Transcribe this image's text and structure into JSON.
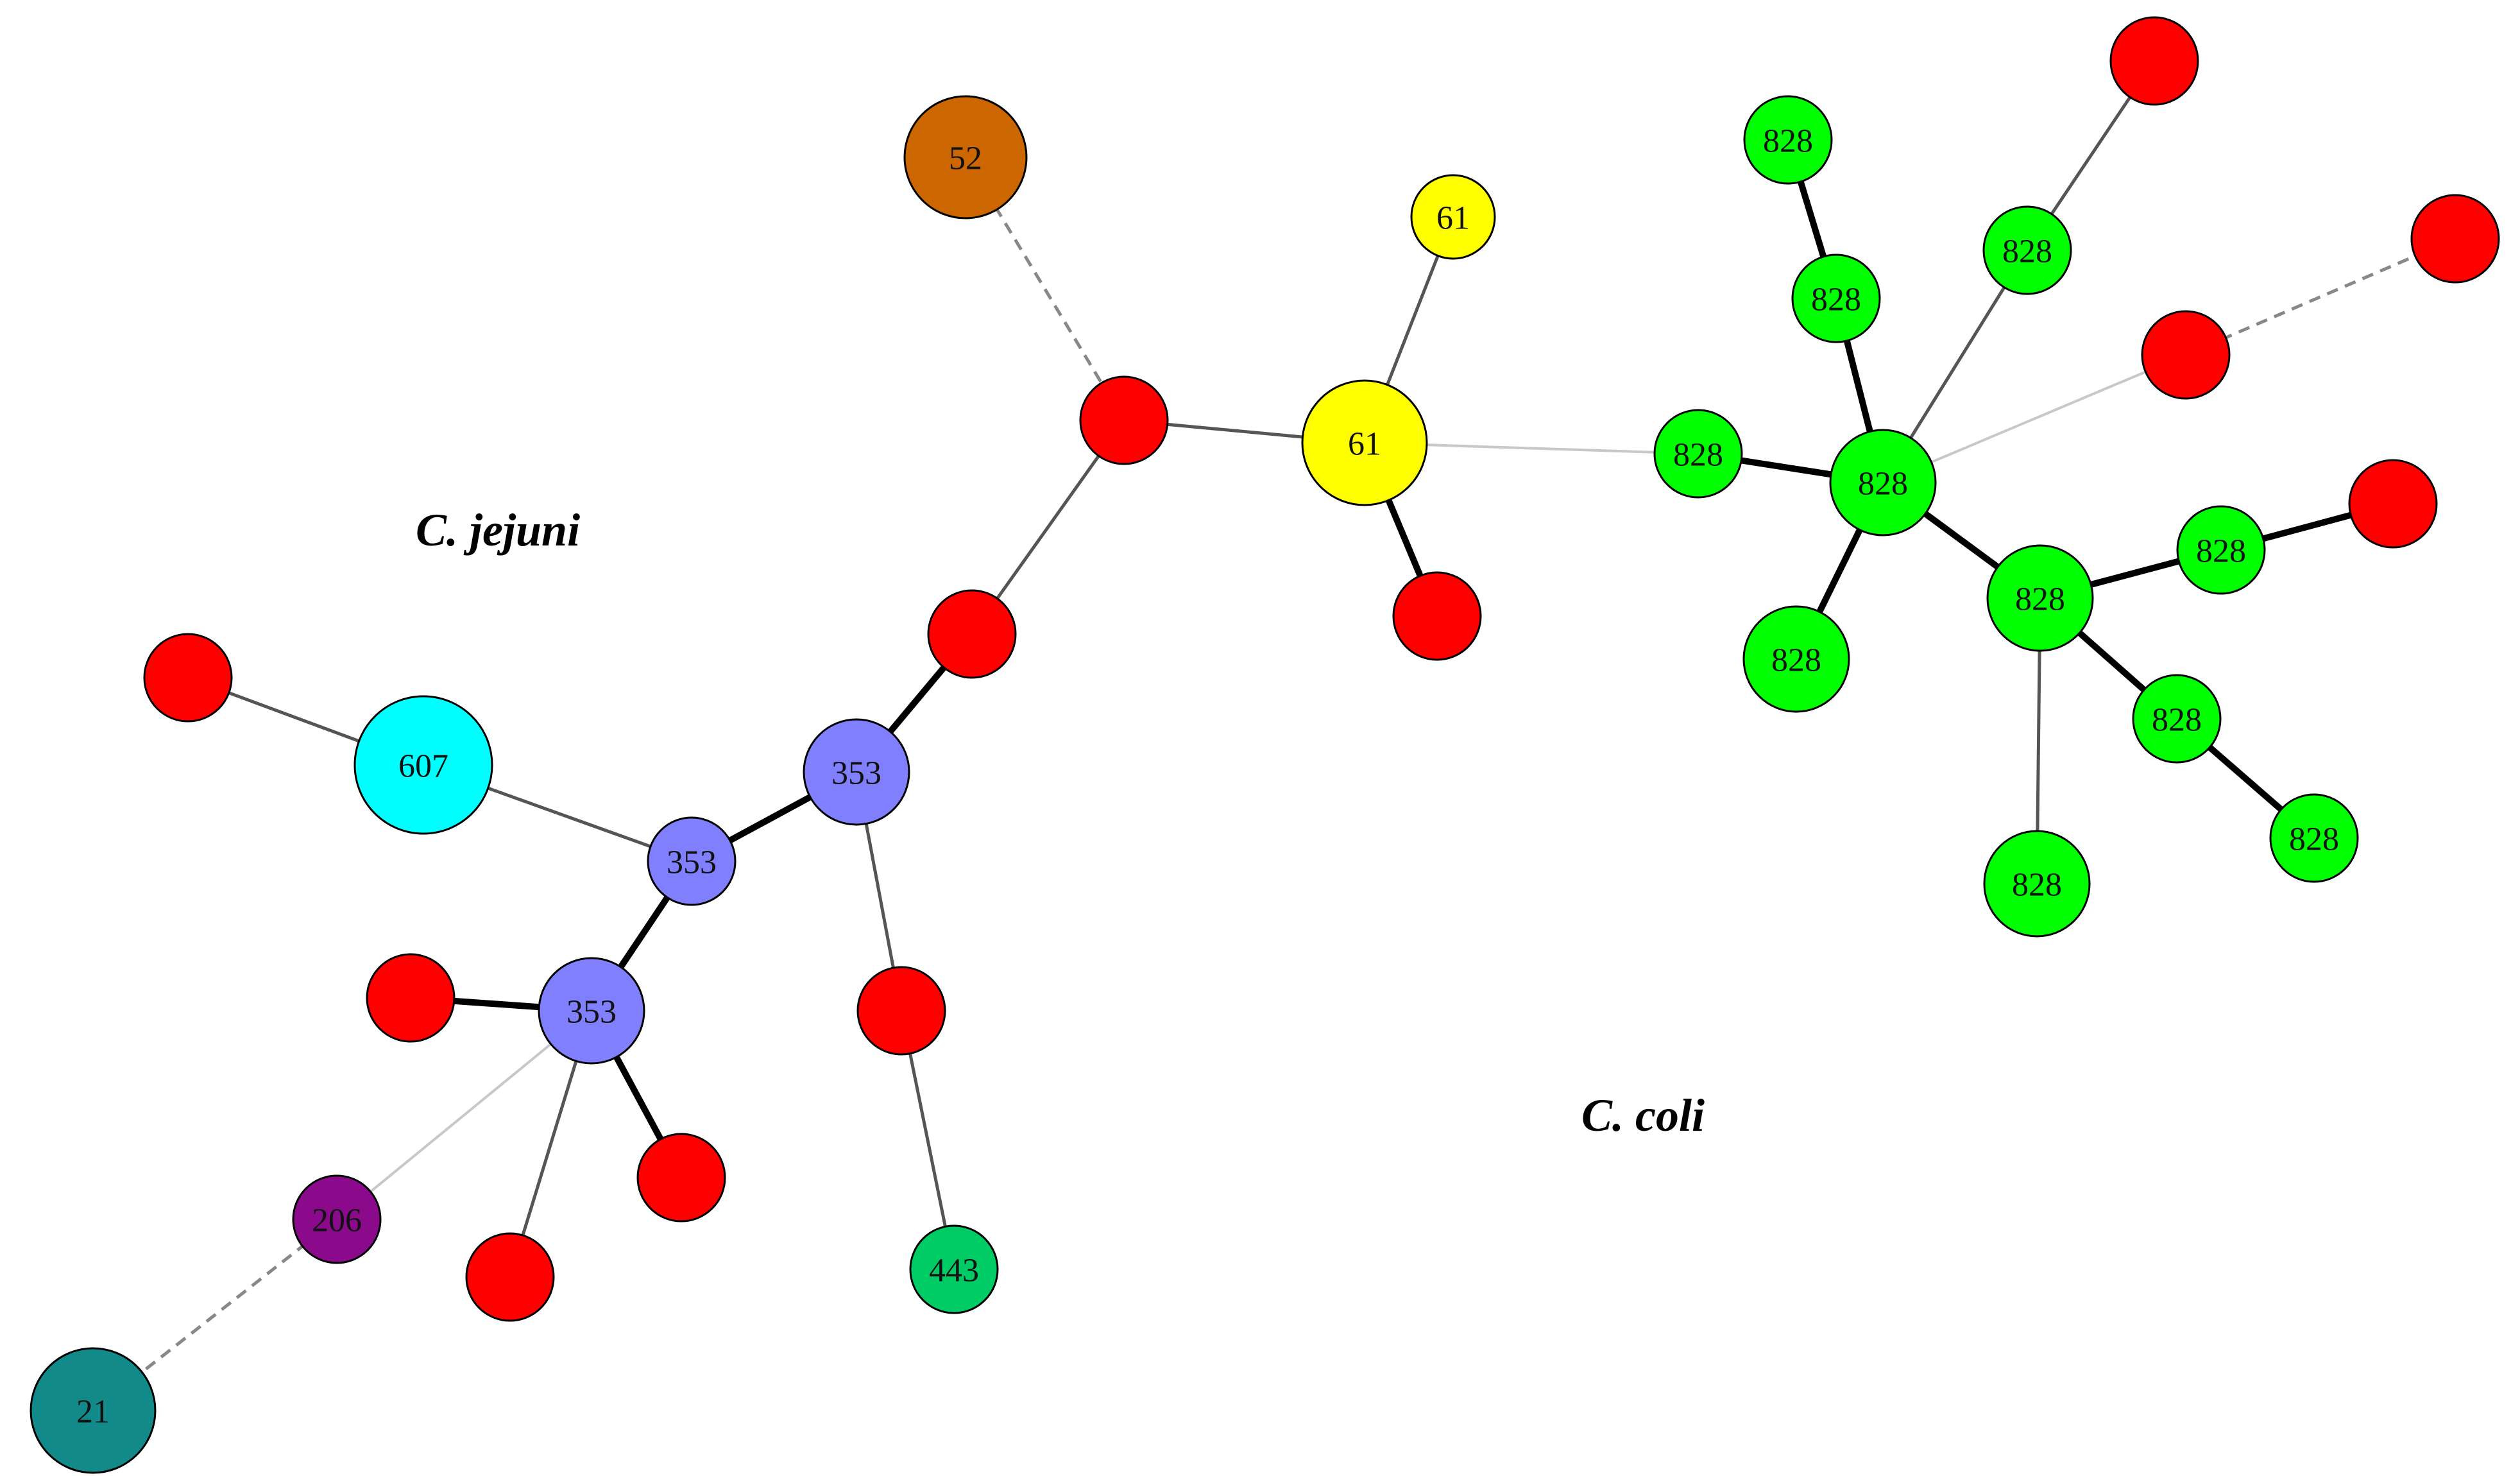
{
  "labels": {
    "jejuni": "C. jejuni",
    "coli": "C. coli"
  },
  "colors": {
    "unassigned": "#ff0000",
    "cc353": "#8080ff",
    "cc607": "#00ffff",
    "cc206": "#8b0a8b",
    "cc21": "#128a8a",
    "cc443": "#00cc66",
    "cc52": "#cc6600",
    "cc61": "#ffff00",
    "cc828": "#00ff00"
  },
  "edge_styles": {
    "strong": {
      "stroke": "#000000",
      "dash": ""
    },
    "medium": {
      "stroke": "#555555",
      "dash": ""
    },
    "weak": {
      "stroke": "#c8c8c8",
      "dash": ""
    },
    "dashed": {
      "stroke": "#888888",
      "dash": "18 12"
    }
  },
  "nodes": [
    {
      "id": "n52",
      "label": "52",
      "color": "#cc6600"
    },
    {
      "id": "rHub",
      "label": "",
      "color": "#ff0000"
    },
    {
      "id": "y61s",
      "label": "61",
      "color": "#ffff00"
    },
    {
      "id": "y61",
      "label": "61",
      "color": "#ffff00"
    },
    {
      "id": "rY",
      "label": "",
      "color": "#ff0000"
    },
    {
      "id": "rMid",
      "label": "",
      "color": "#ff0000"
    },
    {
      "id": "b353a",
      "label": "353",
      "color": "#8080ff"
    },
    {
      "id": "b353b",
      "label": "353",
      "color": "#8080ff"
    },
    {
      "id": "b353c",
      "label": "353",
      "color": "#8080ff"
    },
    {
      "id": "rFL",
      "label": "",
      "color": "#ff0000"
    },
    {
      "id": "c607",
      "label": "607",
      "color": "#00ffff"
    },
    {
      "id": "rL",
      "label": "",
      "color": "#ff0000"
    },
    {
      "id": "rB1",
      "label": "",
      "color": "#ff0000"
    },
    {
      "id": "rB2",
      "label": "",
      "color": "#ff0000"
    },
    {
      "id": "rC",
      "label": "",
      "color": "#ff0000"
    },
    {
      "id": "g443",
      "label": "443",
      "color": "#00cc66"
    },
    {
      "id": "p206",
      "label": "206",
      "color": "#8b0a8b"
    },
    {
      "id": "t21",
      "label": "21",
      "color": "#128a8a"
    },
    {
      "id": "g828t1",
      "label": "828",
      "color": "#00ff00"
    },
    {
      "id": "g828t2",
      "label": "828",
      "color": "#00ff00"
    },
    {
      "id": "g828t3",
      "label": "828",
      "color": "#00ff00"
    },
    {
      "id": "g828l",
      "label": "828",
      "color": "#00ff00"
    },
    {
      "id": "g828hub",
      "label": "828",
      "color": "#00ff00"
    },
    {
      "id": "g828bl",
      "label": "828",
      "color": "#00ff00"
    },
    {
      "id": "g828hub2",
      "label": "828",
      "color": "#00ff00"
    },
    {
      "id": "g828r",
      "label": "828",
      "color": "#00ff00"
    },
    {
      "id": "g828br1",
      "label": "828",
      "color": "#00ff00"
    },
    {
      "id": "g828br2",
      "label": "828",
      "color": "#00ff00"
    },
    {
      "id": "g828bot",
      "label": "828",
      "color": "#00ff00"
    },
    {
      "id": "rTR1",
      "label": "",
      "color": "#ff0000"
    },
    {
      "id": "rTR2",
      "label": "",
      "color": "#ff0000"
    },
    {
      "id": "rTR3",
      "label": "",
      "color": "#ff0000"
    },
    {
      "id": "rR",
      "label": "",
      "color": "#ff0000"
    }
  ],
  "edges": [
    {
      "from": "n52",
      "to": "rHub",
      "style": "dashed"
    },
    {
      "from": "rHub",
      "to": "y61",
      "style": "medium"
    },
    {
      "from": "y61s",
      "to": "y61",
      "style": "medium"
    },
    {
      "from": "y61",
      "to": "rY",
      "style": "strong"
    },
    {
      "from": "rHub",
      "to": "rMid",
      "style": "medium"
    },
    {
      "from": "rMid",
      "to": "b353a",
      "style": "strong"
    },
    {
      "from": "b353a",
      "to": "b353b",
      "style": "strong"
    },
    {
      "from": "b353a",
      "to": "rC",
      "style": "medium"
    },
    {
      "from": "rC",
      "to": "g443",
      "style": "medium"
    },
    {
      "from": "rFL",
      "to": "c607",
      "style": "medium"
    },
    {
      "from": "c607",
      "to": "b353b",
      "style": "medium"
    },
    {
      "from": "b353b",
      "to": "b353c",
      "style": "strong"
    },
    {
      "from": "rL",
      "to": "b353c",
      "style": "strong"
    },
    {
      "from": "b353c",
      "to": "rB1",
      "style": "strong"
    },
    {
      "from": "b353c",
      "to": "rB2",
      "style": "medium"
    },
    {
      "from": "b353c",
      "to": "p206",
      "style": "weak"
    },
    {
      "from": "p206",
      "to": "t21",
      "style": "dashed"
    },
    {
      "from": "y61",
      "to": "g828l",
      "style": "weak"
    },
    {
      "from": "g828t1",
      "to": "g828t3",
      "style": "strong"
    },
    {
      "from": "g828t3",
      "to": "g828hub",
      "style": "strong"
    },
    {
      "from": "g828l",
      "to": "g828hub",
      "style": "strong"
    },
    {
      "from": "g828hub",
      "to": "g828bl",
      "style": "strong"
    },
    {
      "from": "g828hub",
      "to": "g828t2",
      "style": "medium"
    },
    {
      "from": "g828t2",
      "to": "rTR1",
      "style": "medium"
    },
    {
      "from": "g828hub",
      "to": "rTR3",
      "style": "weak"
    },
    {
      "from": "rTR3",
      "to": "rTR2",
      "style": "dashed"
    },
    {
      "from": "g828hub",
      "to": "g828hub2",
      "style": "strong"
    },
    {
      "from": "g828hub2",
      "to": "g828r",
      "style": "strong"
    },
    {
      "from": "g828r",
      "to": "rR",
      "style": "strong"
    },
    {
      "from": "g828hub2",
      "to": "g828br1",
      "style": "strong"
    },
    {
      "from": "g828br1",
      "to": "g828br2",
      "style": "strong"
    },
    {
      "from": "g828hub2",
      "to": "g828bot",
      "style": "medium"
    }
  ]
}
